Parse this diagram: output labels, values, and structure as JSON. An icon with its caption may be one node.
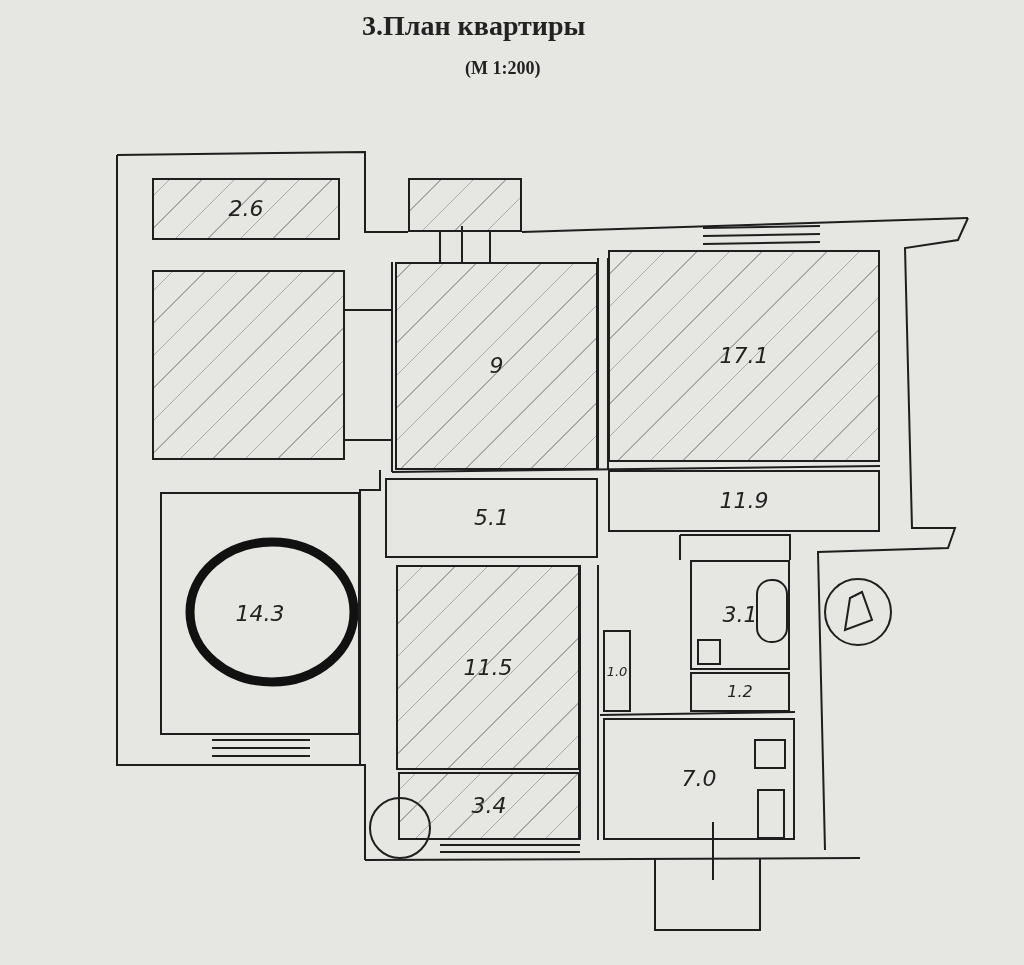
{
  "diagram": {
    "title": "3.План квартиры",
    "caption": "(М 1:200)",
    "nodes": [
      {
        "text": [
          "2.6"
        ]
      },
      {
        "text": [],
        "shape": "box"
      },
      {
        "text": [],
        "shape": "box"
      },
      {
        "text": [
          "9"
        ]
      },
      {
        "text": [
          "17.1"
        ]
      },
      {
        "text": [
          "14.3"
        ]
      },
      {
        "text": [
          "5.1"
        ]
      },
      {
        "text": [
          "11.9"
        ]
      },
      {
        "text": [
          "3.1"
        ]
      },
      {
        "text": [
          "11.5"
        ]
      },
      {
        "text": [
          "1.0"
        ]
      },
      {
        "text": [
          "1.2"
        ]
      },
      {
        "text": [
          "3.4"
        ]
      },
      {
        "text": [
          "7.0"
        ]
      }
    ]
  }
}
